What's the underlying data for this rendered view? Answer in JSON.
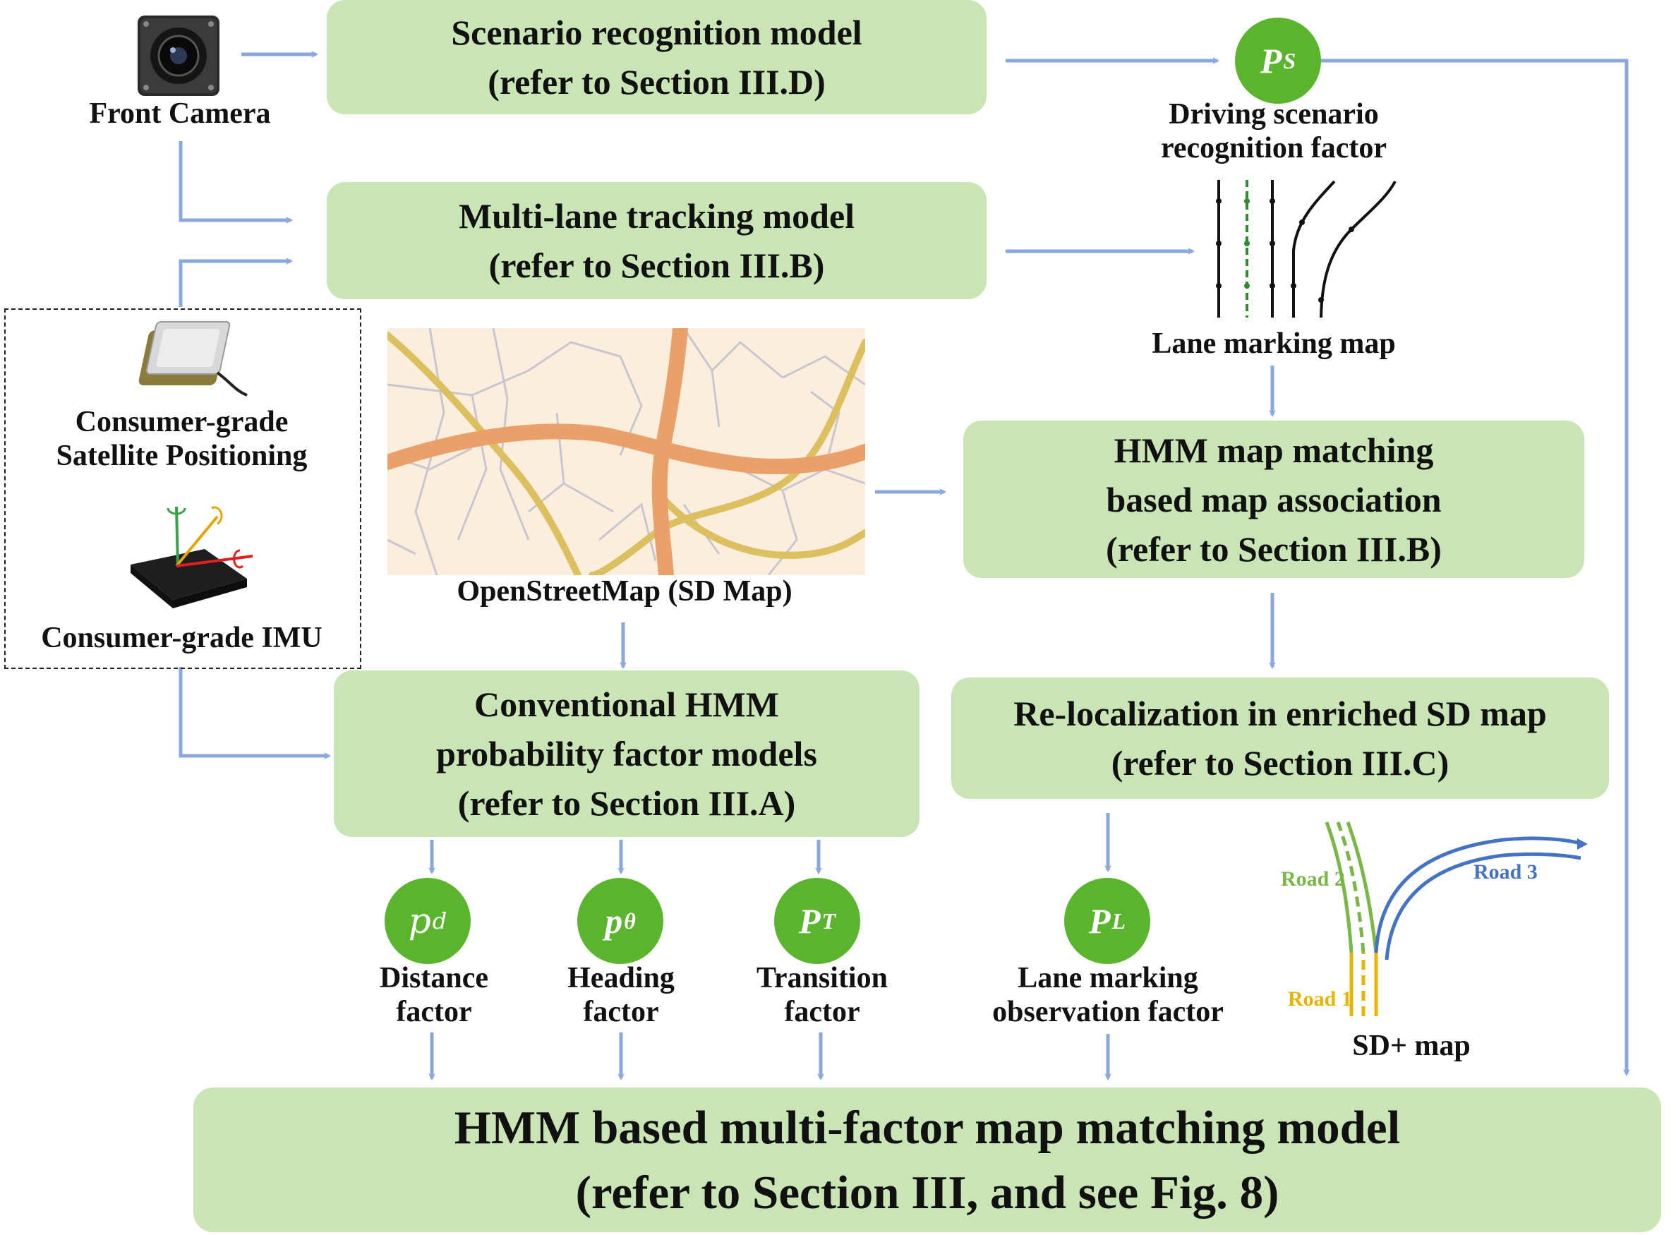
{
  "inputs": {
    "front_camera": "Front Camera",
    "satellite": "Consumer-grade Satellite Positioning",
    "imu": "Consumer-grade IMU",
    "sd_map": "OpenStreetMap (SD Map)"
  },
  "boxes": {
    "scenario": [
      "Scenario recognition model",
      "(refer to Section III.D)"
    ],
    "multilane": [
      "Multi-lane tracking model",
      "(refer to Section III.B)"
    ],
    "hmm_association": [
      "HMM map matching",
      "based map association",
      "(refer to Section III.B)"
    ],
    "relocalization": [
      "Re-localization in enriched SD map",
      "(refer to Section III.C)"
    ],
    "conventional": [
      "Conventional HMM",
      "probability factor models",
      "(refer to Section III.A)"
    ],
    "final": [
      "HMM based multi-factor map matching model",
      "(refer to Section III, and see Fig. 8)"
    ]
  },
  "factors": {
    "scenario": {
      "symbol": "P",
      "sub": "S",
      "label": [
        "Driving scenario",
        "recognition factor"
      ]
    },
    "distance": {
      "symbol": "p",
      "sub": "d",
      "label": [
        "Distance",
        "factor"
      ]
    },
    "heading": {
      "symbol": "p",
      "sub": "θ",
      "label": [
        "Heading",
        "factor"
      ]
    },
    "transition": {
      "symbol": "P",
      "sub": "T",
      "label": [
        "Transition",
        "factor"
      ]
    },
    "lane": {
      "symbol": "P",
      "sub": "L",
      "label": [
        "Lane marking",
        "observation factor"
      ]
    }
  },
  "lane_marking_map": "Lane marking map",
  "sd_plus_map": {
    "title": "SD+ map",
    "road1": "Road 1",
    "road2": "Road 2",
    "road3": "Road 3"
  },
  "colors": {
    "box_fill": "#c9e4b5",
    "arrow": "#8aa8dc",
    "factor_circle": "#5ab42e",
    "road1": "#e6b400",
    "road2": "#7ab648",
    "road3": "#4472c4"
  }
}
